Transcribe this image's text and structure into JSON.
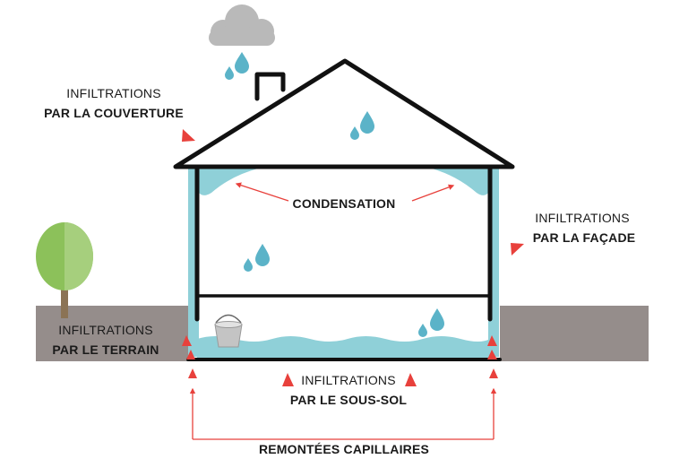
{
  "labels": {
    "roof": {
      "line1": "INFILTRATIONS",
      "line2": "PAR LA COUVERTURE"
    },
    "condensation": "CONDENSATION",
    "facade": {
      "line1": "INFILTRATIONS",
      "line2": "PAR LA FAÇADE"
    },
    "terrain": {
      "line1": "INFILTRATIONS",
      "line2": "PAR LE TERRAIN"
    },
    "basement": {
      "line1": "INFILTRATIONS",
      "line2": "PAR LE SOUS-SOL"
    },
    "capillary": "REMONTÉES CAPILLAIRES"
  },
  "colors": {
    "water": "#8fd0d8",
    "drop": "#5bb3c8",
    "arrow": "#e8413c",
    "ground": "#958d8b",
    "outline": "#111111",
    "cloud": "#b9b9b9",
    "tree": "#8cc15a",
    "trunk": "#8b7355"
  },
  "icons": [
    "cloud-icon",
    "raindrop-icon",
    "tree-icon",
    "bucket-icon",
    "arrow-icon"
  ]
}
